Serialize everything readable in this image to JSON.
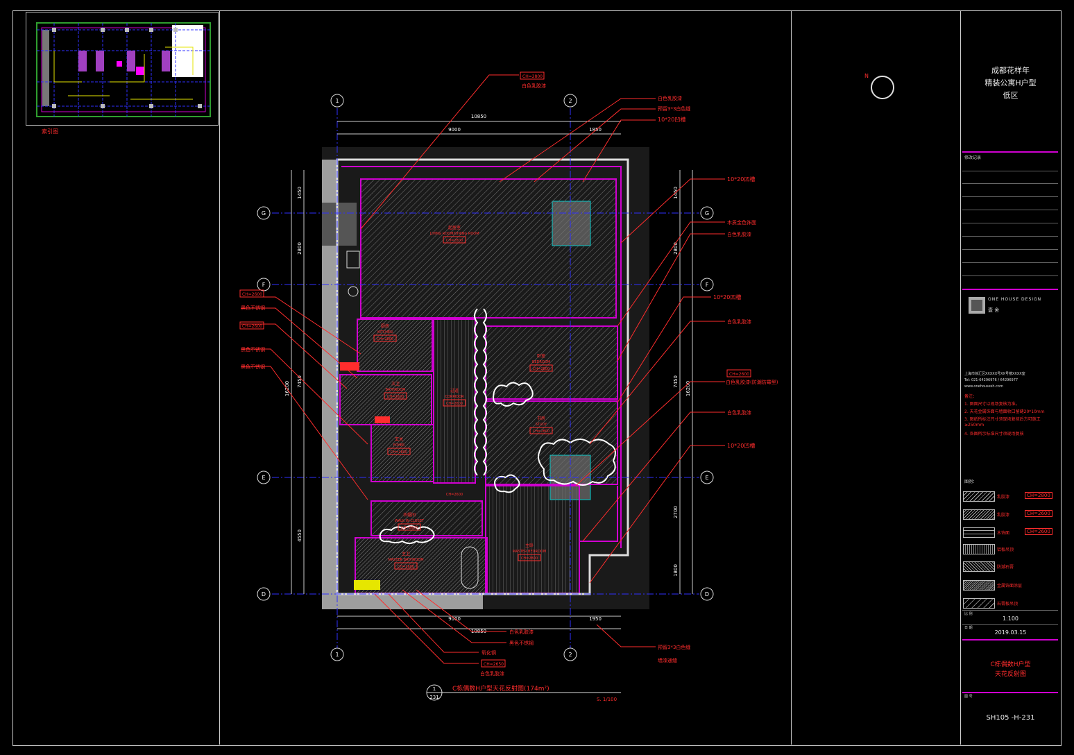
{
  "keyplan": {
    "caption": "索引图"
  },
  "plan": {
    "grid_top": [
      "1",
      "2"
    ],
    "grid_bottom": [
      "1",
      "2"
    ],
    "grid_left": [
      "G",
      "F",
      "E",
      "D"
    ],
    "grid_right": [
      "G",
      "F",
      "E",
      "D"
    ],
    "dims_top": {
      "overall": "10850",
      "seg1": "9000",
      "seg2": "1850"
    },
    "dims_bottom": {
      "overall": "10850",
      "seg1": "9000",
      "seg2": "1950"
    },
    "dims_left": {
      "d1": "1450",
      "d2": "2800",
      "d3": "7450",
      "d4": "4550",
      "total": "16200"
    },
    "dims_right": {
      "d1": "1450",
      "d2": "2800",
      "d3": "7450",
      "d4": "2700",
      "d5": "1800",
      "total": "16200"
    },
    "rooms": [
      {
        "name": "起居室",
        "en": "LIVING ROOM/DINING ROOM",
        "ch": "CH=2800"
      },
      {
        "name": "厨房",
        "en": "KITCHEN",
        "ch": "CH=2800"
      },
      {
        "name": "卧室",
        "en": "BEDROOM",
        "ch": "CH=2800"
      },
      {
        "name": "次卫",
        "en": "BATHROOM",
        "ch": "CH=2600"
      },
      {
        "name": "过道",
        "en": "CORRIDOR",
        "ch": "CH=2600"
      },
      {
        "name": "书房",
        "en": "STUDY",
        "ch": "CH=2800"
      },
      {
        "name": "玄关",
        "en": "FOYER",
        "ch": "CH=2800"
      },
      {
        "name": "衣帽间",
        "en": "WALK IN CLOSET",
        "ch": "CH=2600"
      },
      {
        "name": "主卫",
        "en": "MASTER BATHROOM",
        "ch": "CH=2600"
      },
      {
        "name": "主卧",
        "en": "MASTER BEDROOM",
        "ch": "CH=2800"
      }
    ],
    "extra_ch": "CH=2600",
    "labels_top": {
      "ch": "CH=2800",
      "a": "白色乳胶漆",
      "b": "白色乳胶漆",
      "c": "预留3*3白色缝",
      "d": "10*20凹槽"
    },
    "labels_right": {
      "r1": "10*20凹槽",
      "r2": "木质金色饰面",
      "r3": "白色乳胶漆",
      "r4": "10*20凹槽",
      "r5": "白色乳胶漆",
      "r6ch": "CH=2600",
      "r6": "白色乳胶漆(防潮防霉型)",
      "r7": "白色乳胶漆",
      "r8": "10*20凹槽"
    },
    "labels_left": {
      "ch1": "CH=2600",
      "l1": "黑色不锈钢",
      "ch2": "CH=2600",
      "l2": "黑色不锈钢",
      "l3": "黑色不锈钢"
    },
    "labels_bottom": {
      "b1": "白色乳胶漆",
      "b2": "黑色不锈钢",
      "b3": "氧化铜",
      "bch": "CH=2650",
      "b4": "白色乳胶漆",
      "b5": "预留3*3白色缝",
      "b6": "墙漆通缝"
    },
    "title": "C栋偶数H户型天花反射图(174m²)",
    "title_num": "1",
    "title_sheet": "231",
    "scale": "S. 1/100"
  },
  "titleblock": {
    "project1": "成都花样年",
    "project2": "精装公寓H户型",
    "project3": "低区",
    "revision_label": "修改记录",
    "company": "ONE HOUSE DESIGN",
    "company_cn": "壹 舍",
    "address": "上海市徐汇区XXXXX号XX号楼XXXX室",
    "tel": "Tel: 021-64296976 / 64296977",
    "web": "www.onehousesh.com",
    "notes_title": "备注：",
    "notes": [
      "1. 图面尺寸以现场复核为准。",
      "2. 天花金属饰面与墙面收口留缝20*10mm",
      "3. 图纸所标注尺寸须现场复核后方可施工",
      "≥250mm",
      "4. 各图所示标准尺寸须现场复核"
    ],
    "legend_title": "图例：",
    "legend": [
      {
        "name": "乳胶漆",
        "ch": "CH=2800"
      },
      {
        "name": "乳胶漆",
        "ch": "CH=2600"
      },
      {
        "name": "木饰面",
        "ch": "CH=2600"
      },
      {
        "name": "铝板吊顶",
        "ch": ""
      },
      {
        "name": "防潮石膏",
        "ch": ""
      },
      {
        "name": "金属饰面涂层",
        "ch": ""
      },
      {
        "name": "石膏板吊顶",
        "ch": ""
      }
    ],
    "scale_label": "比 例",
    "scale": "1:100",
    "date_label": "日 期",
    "date": "2019.03.15",
    "drawing_name1": "C栋偶数H户型",
    "drawing_name2": "天花反射图",
    "number_label": "图 号",
    "number": "SH105 -H-231"
  },
  "colors": {
    "wall": "#d000d0",
    "dim": "#ffffff",
    "grid": "#3030ff",
    "label": "#ff2d2d",
    "hatch": "#8a8a8a",
    "accent": "#e6e600"
  }
}
